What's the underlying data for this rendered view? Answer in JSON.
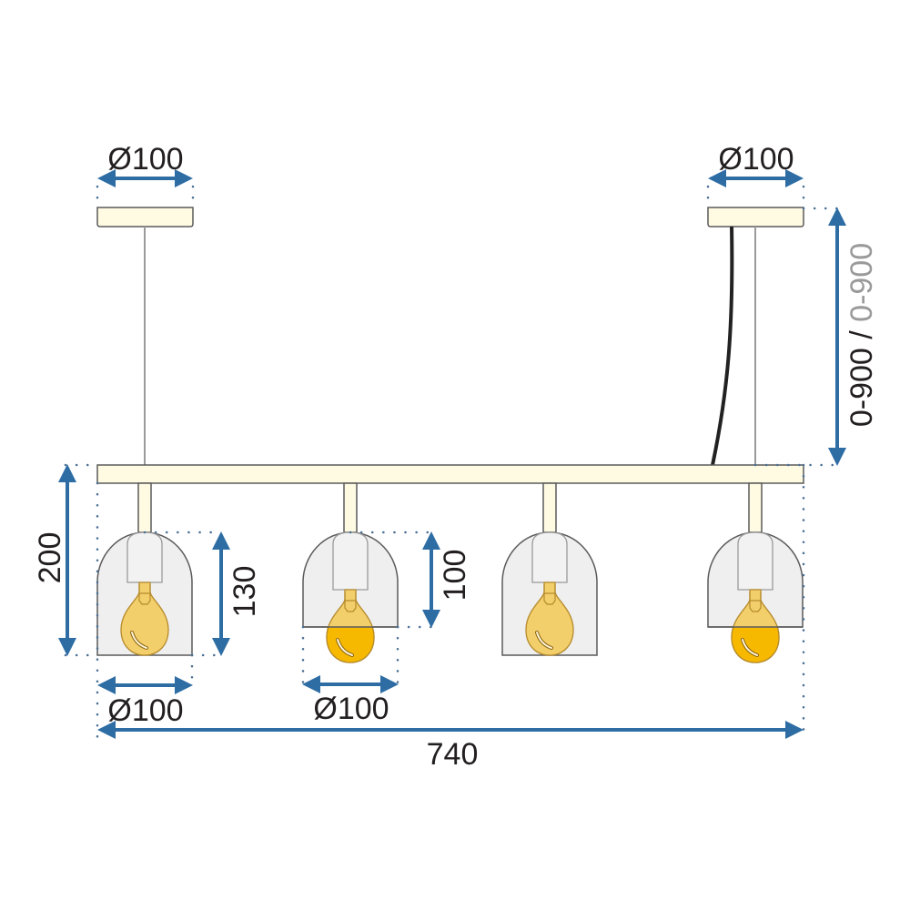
{
  "diagram": {
    "title": "Pendant lamp dimension drawing",
    "units": "mm",
    "colors": {
      "dimension_line": "#2e6da4",
      "fixture_cream": "#fffbe3",
      "shade_glass": "#efefef",
      "bulb": "#f3cf6b",
      "bulb_bright": "#f7b900",
      "cable": "#222222"
    },
    "labels": {
      "canopy_left_diameter": "Ø100",
      "canopy_right_diameter": "Ø100",
      "suspension_height": "0-900",
      "suspension_separator": " / ",
      "suspension_height_alt": "0-900",
      "total_height": "200",
      "shade_tall_height": "130",
      "shade_short_height": "100",
      "shade_tall_diameter": "Ø100",
      "shade_short_diameter": "Ø100",
      "total_width": "740"
    },
    "components": {
      "canopies": 2,
      "bar": 1,
      "shades": [
        {
          "type": "tall",
          "height": 130,
          "diameter": 100
        },
        {
          "type": "short",
          "height": 100,
          "diameter": 100
        },
        {
          "type": "tall",
          "height": 130,
          "diameter": 100
        },
        {
          "type": "short",
          "height": 100,
          "diameter": 100
        }
      ]
    }
  }
}
